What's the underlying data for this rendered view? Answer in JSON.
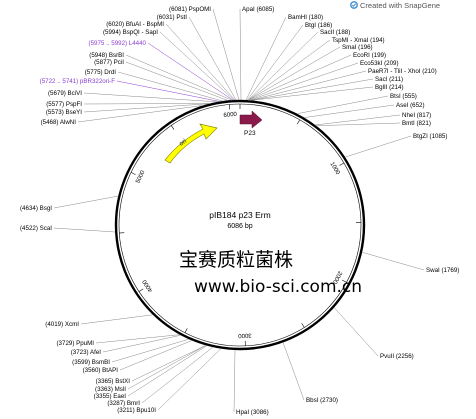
{
  "credit": {
    "text": "Created with SnapGene",
    "trademark": "®"
  },
  "plasmid": {
    "name": "pIB184 p23 Erm",
    "size": "6086 bp"
  },
  "watermark": {
    "chinese": "宝赛质粒菌株",
    "url": "www.bio-sci.com.cn"
  },
  "features": {
    "ori": {
      "label": "ori",
      "color": "#ffff00"
    },
    "p23": {
      "label": "P23",
      "color": "#8b1a4a"
    }
  },
  "ticks": [
    "1000",
    "2000",
    "3000",
    "4000",
    "5000",
    "6000"
  ],
  "sites": [
    {
      "id": "apai",
      "text": "ApaI  (6085)",
      "type": "enzyme"
    },
    {
      "id": "pspomi",
      "text": "(6081)  PspOMI",
      "type": "enzyme"
    },
    {
      "id": "psti",
      "text": "(6031)  PstI",
      "type": "enzyme"
    },
    {
      "id": "bfuai",
      "text": "(6020)  BfuAI - BspMI",
      "type": "enzyme"
    },
    {
      "id": "bspqi",
      "text": "(5994)  BspQI - SapI",
      "type": "enzyme"
    },
    {
      "id": "l4440",
      "text": "(5975 .. 5992)  L4440",
      "type": "primer"
    },
    {
      "id": "bsrbi",
      "text": "(5948)  BsrBI",
      "type": "enzyme"
    },
    {
      "id": "pcii",
      "text": "(5877)  PciI",
      "type": "enzyme"
    },
    {
      "id": "drdi",
      "text": "(5775)  DrdI",
      "type": "enzyme"
    },
    {
      "id": "pbr322",
      "text": "(5722 .. 5741)  pBR322ori-F",
      "type": "primer"
    },
    {
      "id": "bcivi",
      "text": "(5679)  BciVI",
      "type": "enzyme"
    },
    {
      "id": "pspfi",
      "text": "(5577)  PspFI",
      "type": "enzyme"
    },
    {
      "id": "bseyi",
      "text": "(5573)  BseYI",
      "type": "enzyme"
    },
    {
      "id": "alwni",
      "text": "(5468)  AlwNI",
      "type": "enzyme"
    },
    {
      "id": "bsgi",
      "text": "(4634)  BsgI",
      "type": "enzyme"
    },
    {
      "id": "scai",
      "text": "(4522)  ScaI",
      "type": "enzyme"
    },
    {
      "id": "xcmi",
      "text": "(4019)  XcmI",
      "type": "enzyme"
    },
    {
      "id": "ppumi",
      "text": "(3729)  PpuMI",
      "type": "enzyme"
    },
    {
      "id": "afei",
      "text": "(3723)  AfeI",
      "type": "enzyme"
    },
    {
      "id": "bsmbi",
      "text": "(3599)  BsmBI",
      "type": "enzyme"
    },
    {
      "id": "btapi",
      "text": "(3560)  BtAPI",
      "type": "enzyme"
    },
    {
      "id": "bstxi",
      "text": "(3365)  BstXI",
      "type": "enzyme"
    },
    {
      "id": "msli",
      "text": "(3363)  MslI",
      "type": "enzyme"
    },
    {
      "id": "eaei",
      "text": "(3355)  EaeI",
      "type": "enzyme"
    },
    {
      "id": "bmri",
      "text": "(3287)  BmrI",
      "type": "enzyme"
    },
    {
      "id": "bpu10i",
      "text": "(3211)  Bpu10I",
      "type": "enzyme"
    },
    {
      "id": "hpai",
      "text": "HpaI  (3086)",
      "type": "enzyme"
    },
    {
      "id": "bbsi",
      "text": "BbsI  (2730)",
      "type": "enzyme"
    },
    {
      "id": "pvuii",
      "text": "PvuII  (2256)",
      "type": "enzyme"
    },
    {
      "id": "swai",
      "text": "SwaI  (1769)",
      "type": "enzyme"
    },
    {
      "id": "btgzi",
      "text": "BtgZI  (1085)",
      "type": "enzyme"
    },
    {
      "id": "bmti",
      "text": "BmtI  (821)",
      "type": "enzyme"
    },
    {
      "id": "nhei",
      "text": "NheI  (817)",
      "type": "enzyme"
    },
    {
      "id": "asei",
      "text": "AseI  (652)",
      "type": "enzyme"
    },
    {
      "id": "btsi",
      "text": "BtsI  (555)",
      "type": "enzyme"
    },
    {
      "id": "bglii",
      "text": "BglII  (214)",
      "type": "enzyme"
    },
    {
      "id": "saci2",
      "text": "SacI  (211)",
      "type": "enzyme"
    },
    {
      "id": "paer7i",
      "text": "PaeR7I - TliI - XhoI  (210)",
      "type": "enzyme"
    },
    {
      "id": "eco53ki",
      "text": "Eco53kI  (209)",
      "type": "enzyme"
    },
    {
      "id": "ecori",
      "text": "EcoRI  (199)",
      "type": "enzyme"
    },
    {
      "id": "smai",
      "text": "SmaI  (196)",
      "type": "enzyme"
    },
    {
      "id": "tspmi",
      "text": "TspMI - XmaI  (194)",
      "type": "enzyme"
    },
    {
      "id": "saci1",
      "text": "SacII  (188)",
      "type": "enzyme"
    },
    {
      "id": "btgi",
      "text": "BtgI  (186)",
      "type": "enzyme"
    },
    {
      "id": "bamhi",
      "text": "BamHI  (180)",
      "type": "enzyme"
    }
  ]
}
